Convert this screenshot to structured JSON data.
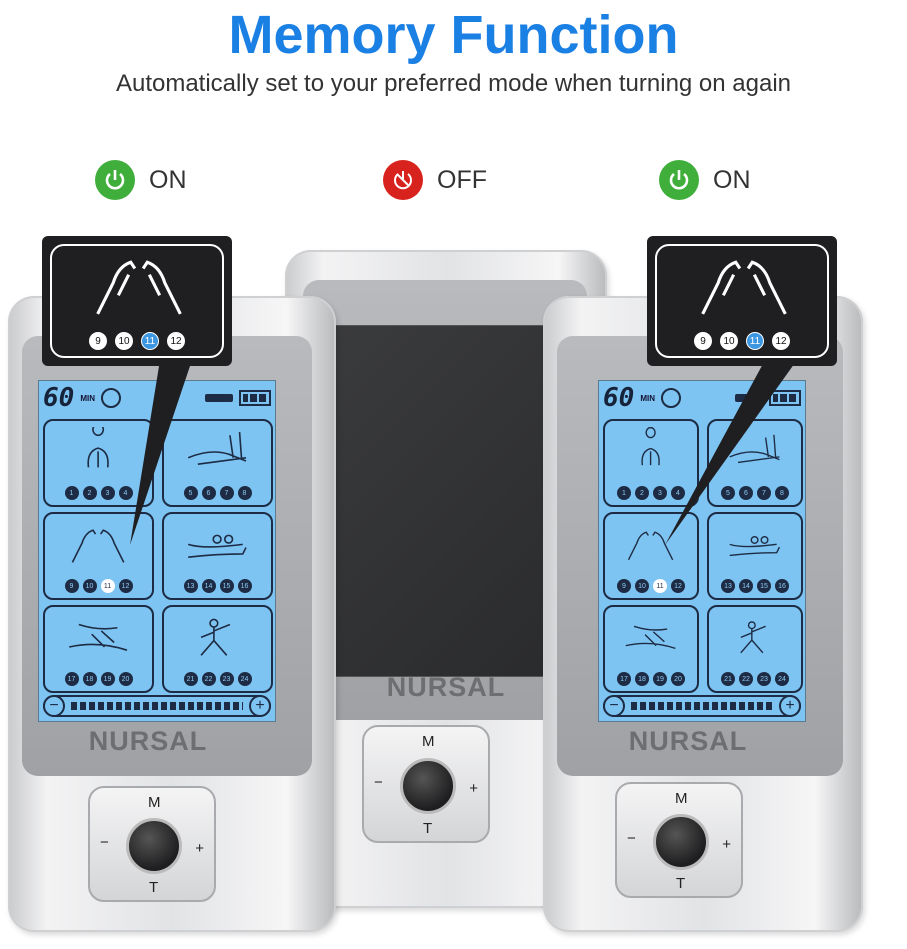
{
  "header": {
    "title": "Memory Function",
    "subtitle": "Automatically set to your preferred mode when turning on again"
  },
  "states": [
    {
      "label": "ON",
      "icon": "power-icon",
      "color": "#3fae3a"
    },
    {
      "label": "OFF",
      "icon": "power-off-icon",
      "color": "#d8221d"
    },
    {
      "label": "ON",
      "icon": "power-icon",
      "color": "#3fae3a"
    }
  ],
  "callout": {
    "numbers": [
      "9",
      "10",
      "11",
      "12"
    ],
    "selected": "11"
  },
  "lcd": {
    "timer": "60",
    "timer_unit": "MIN",
    "selected": "11",
    "panels": [
      {
        "name": "neck-shoulder",
        "numbers": [
          "1",
          "2",
          "3",
          "4"
        ]
      },
      {
        "name": "acupuncture",
        "numbers": [
          "5",
          "6",
          "7",
          "8"
        ]
      },
      {
        "name": "kneading",
        "numbers": [
          "9",
          "10",
          "11",
          "12"
        ]
      },
      {
        "name": "cupping",
        "numbers": [
          "13",
          "14",
          "15",
          "16"
        ]
      },
      {
        "name": "massage",
        "numbers": [
          "17",
          "18",
          "19",
          "20"
        ]
      },
      {
        "name": "tai-chi",
        "numbers": [
          "21",
          "22",
          "23",
          "24"
        ]
      }
    ],
    "minus": "−",
    "plus": "+"
  },
  "device": {
    "brand": "NURSAL",
    "button_m": "M",
    "button_t": "T",
    "button_minus": "−",
    "button_plus": "+"
  }
}
